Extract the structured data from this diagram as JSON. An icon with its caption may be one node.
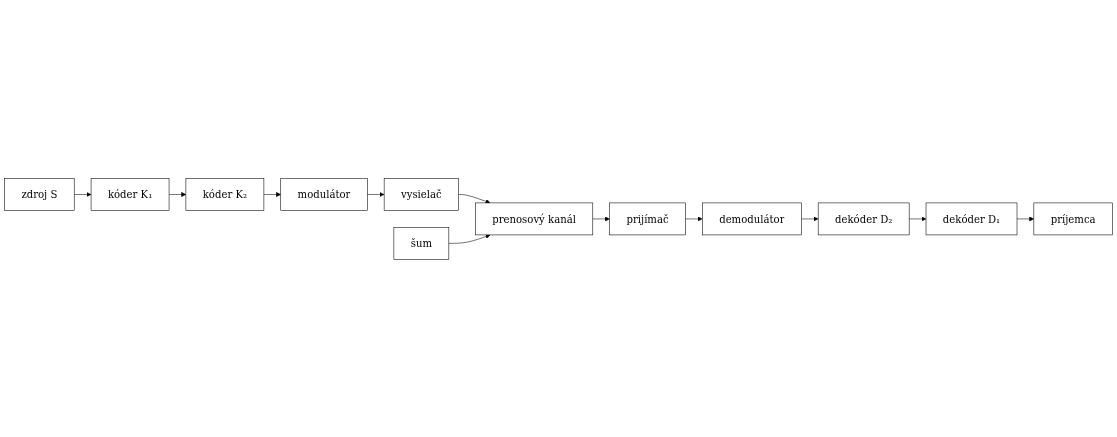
{
  "diagram": {
    "nodes": [
      {
        "text": [
          "zdroj S"
        ]
      },
      {
        "text": [
          "kóder K₁"
        ]
      },
      {
        "text": [
          "kóder K₂"
        ]
      },
      {
        "text": [
          "modulátor"
        ]
      },
      {
        "text": [
          "vysielač"
        ]
      },
      {
        "text": [
          "prenosový kanál"
        ]
      },
      {
        "text": [
          "šum"
        ]
      },
      {
        "text": [
          "prijímač"
        ]
      },
      {
        "text": [
          "demodulátor"
        ]
      },
      {
        "text": [
          "dekóder D₂"
        ]
      },
      {
        "text": [
          "dekóder D₁"
        ]
      },
      {
        "text": [
          "príjemca"
        ]
      }
    ],
    "edges": [
      {
        "from": 0,
        "to": 1,
        "arrow": "to"
      },
      {
        "from": 1,
        "to": 2,
        "arrow": "to"
      },
      {
        "from": 2,
        "to": 3,
        "arrow": "to"
      },
      {
        "from": 3,
        "to": 4,
        "arrow": "to"
      },
      {
        "from": 4,
        "to": 5,
        "arrow": "to"
      },
      {
        "from": 6,
        "to": 5,
        "arrow": "to"
      },
      {
        "from": 5,
        "to": 7,
        "arrow": "to"
      },
      {
        "from": 7,
        "to": 8,
        "arrow": "to"
      },
      {
        "from": 8,
        "to": 9,
        "arrow": "to"
      },
      {
        "from": 9,
        "to": 10,
        "arrow": "to"
      },
      {
        "from": 10,
        "to": 11,
        "arrow": "to"
      }
    ]
  }
}
